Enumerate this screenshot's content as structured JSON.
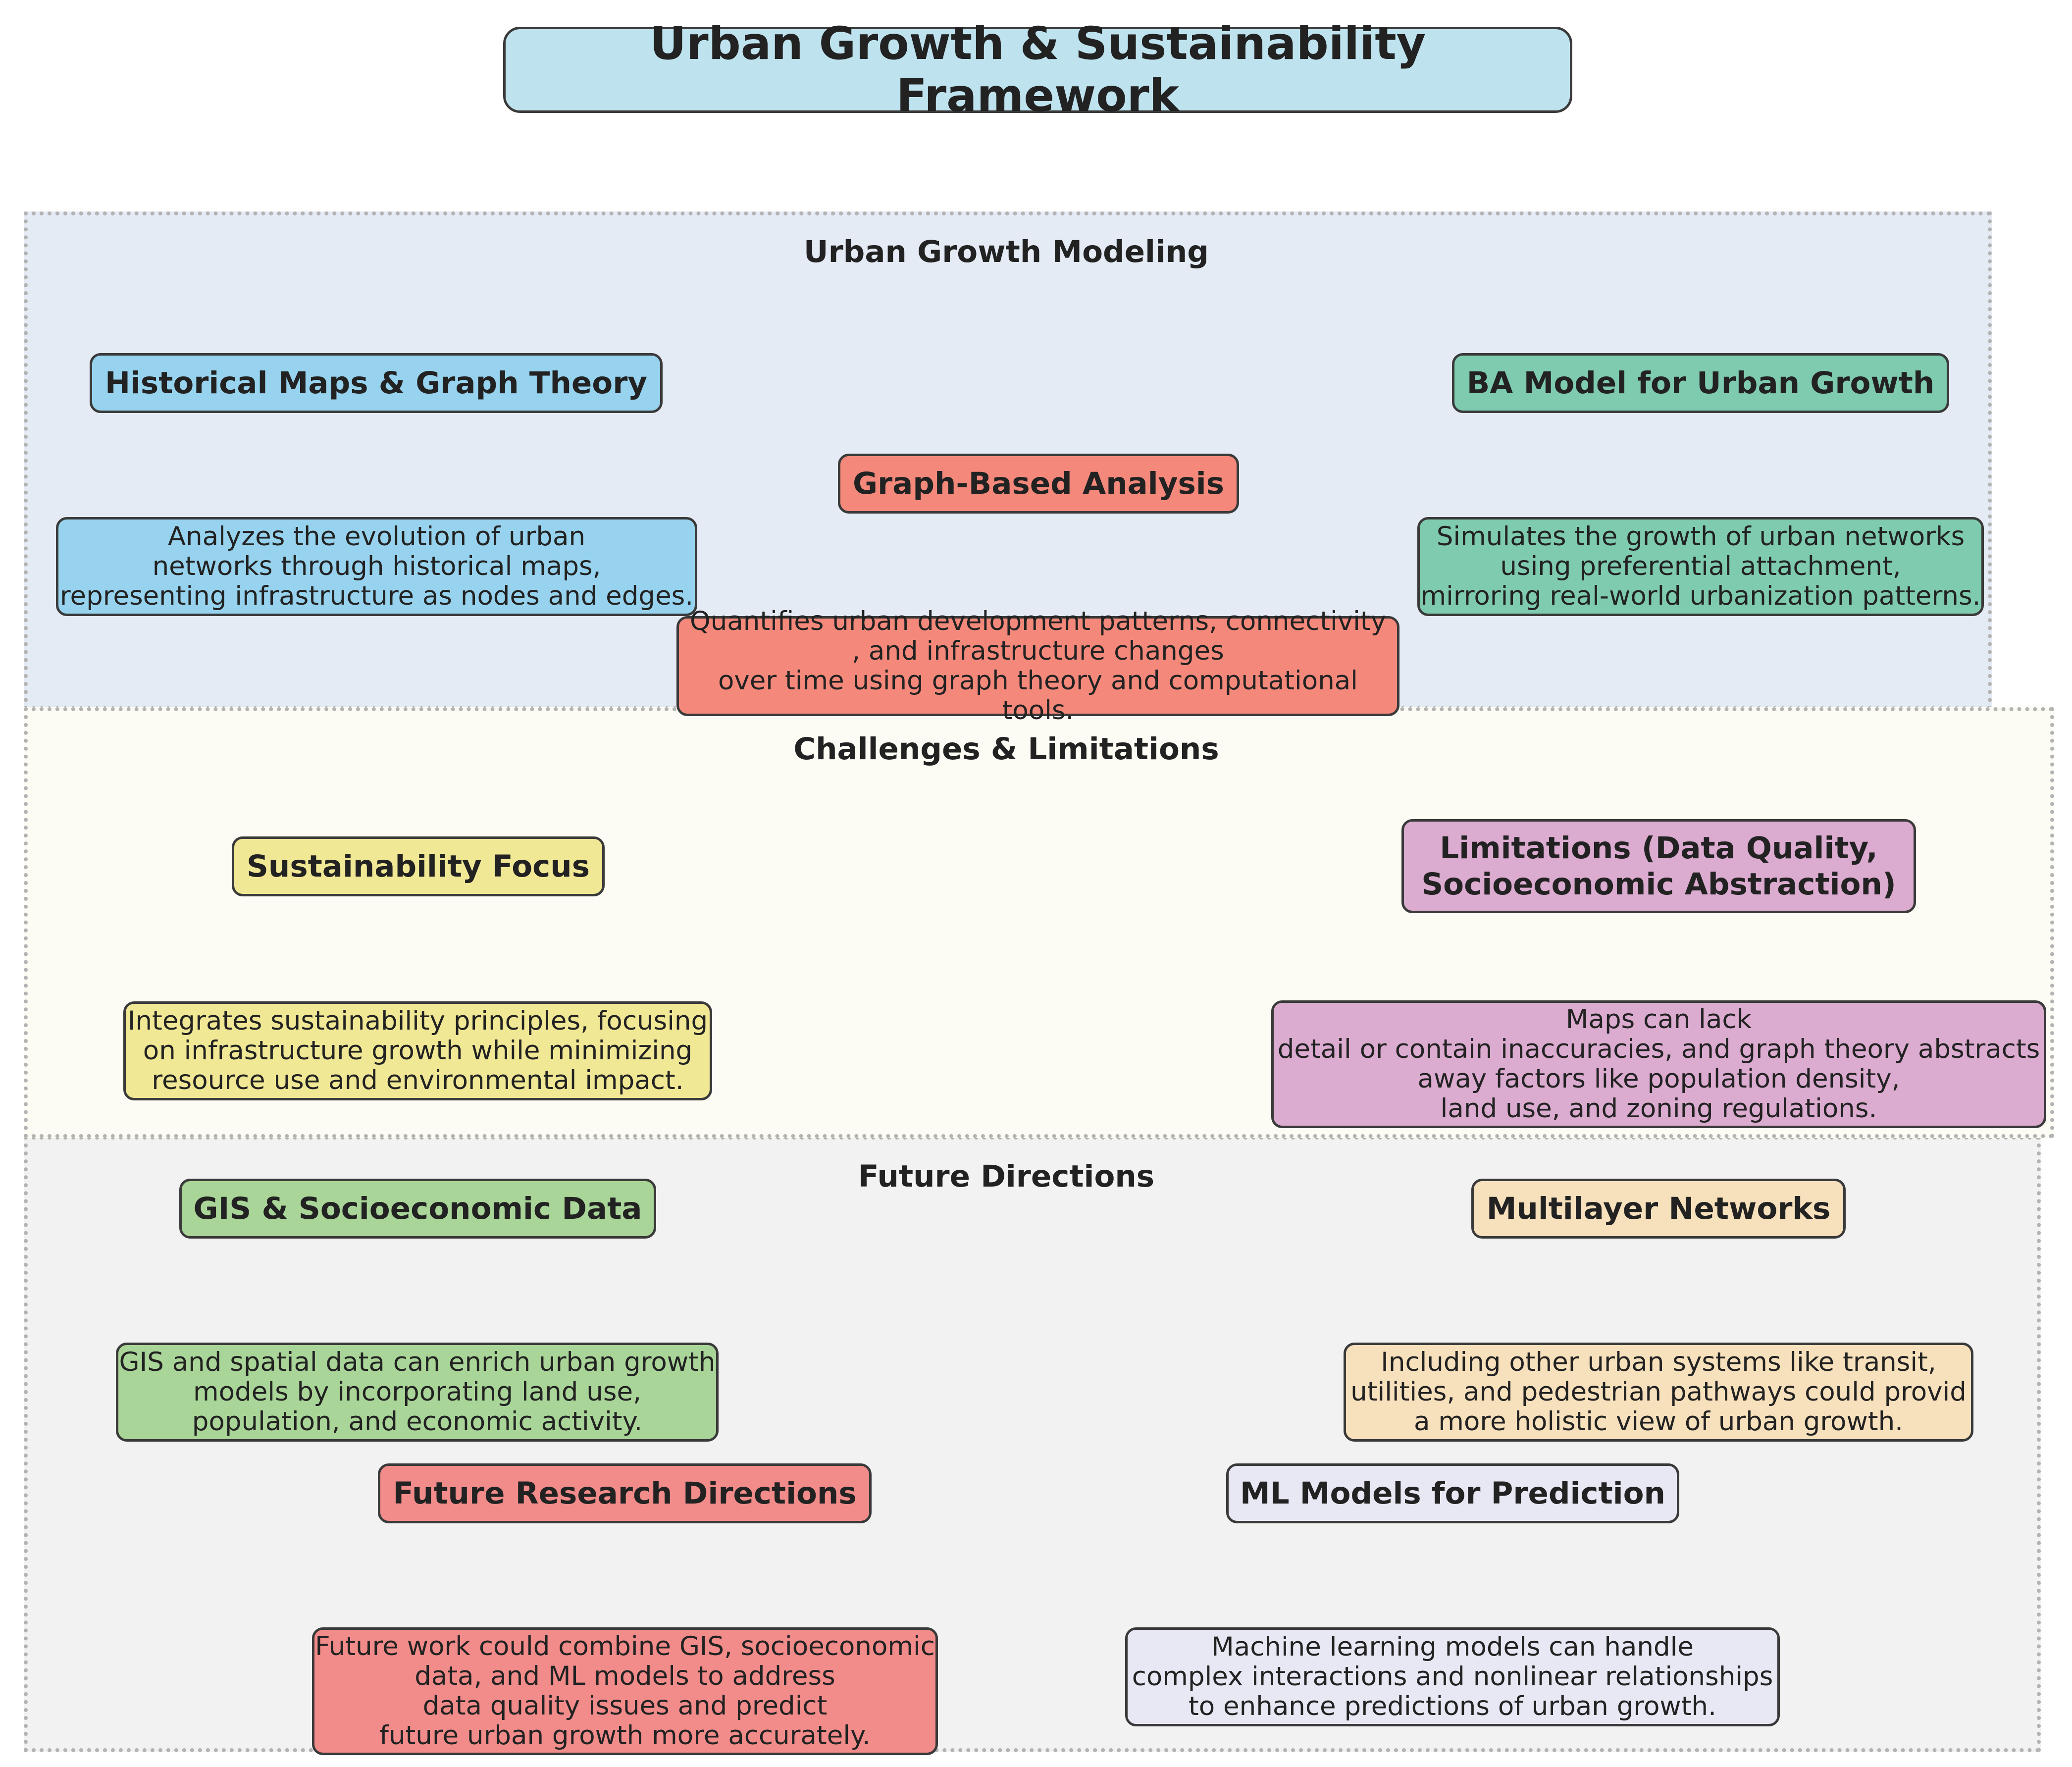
{
  "title": "Urban Growth & Sustainability Framework",
  "colors": {
    "title_fill": "#bfe3ee",
    "cluster_modeling_fill": "#e5ebf5",
    "cluster_challenges_fill": "#fcfbf4",
    "cluster_future_fill": "#f2f2f2",
    "blue": "#97d3ee",
    "teal": "#7fcbb0",
    "salmon": "#f4897b",
    "yellow": "#f1e896",
    "purple": "#dbabd0",
    "green": "#a9d598",
    "peach": "#f7e0bc",
    "red": "#f18c8a",
    "lavender": "#e8e8f4"
  },
  "clusters": {
    "modeling": {
      "label": "Urban Growth Modeling",
      "nodes": {
        "historical_header": "Historical Maps & Graph Theory",
        "historical_desc": "Analyzes the evolution of urban\nnetworks through historical maps,\nrepresenting infrastructure as nodes and edges.",
        "ba_header": "BA Model for Urban Growth",
        "ba_desc": "Simulates the growth of urban networks\nusing preferential attachment,\nmirroring real-world urbanization patterns.",
        "graph_header": "Graph-Based Analysis",
        "graph_desc": "Quantifies urban development patterns, connectivity\n, and infrastructure changes\nover time using graph theory and computational tools."
      }
    },
    "challenges": {
      "label": "Challenges & Limitations",
      "nodes": {
        "sustainability_header": "Sustainability Focus",
        "sustainability_desc": "Integrates sustainability principles, focusing\non infrastructure growth while minimizing\nresource use and environmental impact.",
        "limitations_header": "Limitations (Data Quality,\nSocioeconomic Abstraction)",
        "limitations_desc": "Maps can lack\ndetail or contain inaccuracies, and graph theory abstracts\naway factors like population density,\nland use, and zoning regulations."
      }
    },
    "future": {
      "label": "Future Directions",
      "nodes": {
        "gis_header": "GIS & Socioeconomic Data",
        "gis_desc": "GIS and spatial data can enrich urban growth\nmodels by incorporating land use,\npopulation, and economic activity.",
        "multilayer_header": "Multilayer Networks",
        "multilayer_desc": "Including other urban systems like transit,\nutilities, and pedestrian pathways could provid\na more holistic view of urban growth.",
        "research_header": "Future Research Directions",
        "research_desc": "Future work could combine GIS, socioeconomic\ndata, and ML models to address\ndata quality issues and predict\nfuture urban growth more accurately.",
        "ml_header": "ML Models for Prediction",
        "ml_desc": "Machine learning models can handle\ncomplex interactions and nonlinear relationships\nto enhance predictions of urban growth."
      }
    }
  }
}
